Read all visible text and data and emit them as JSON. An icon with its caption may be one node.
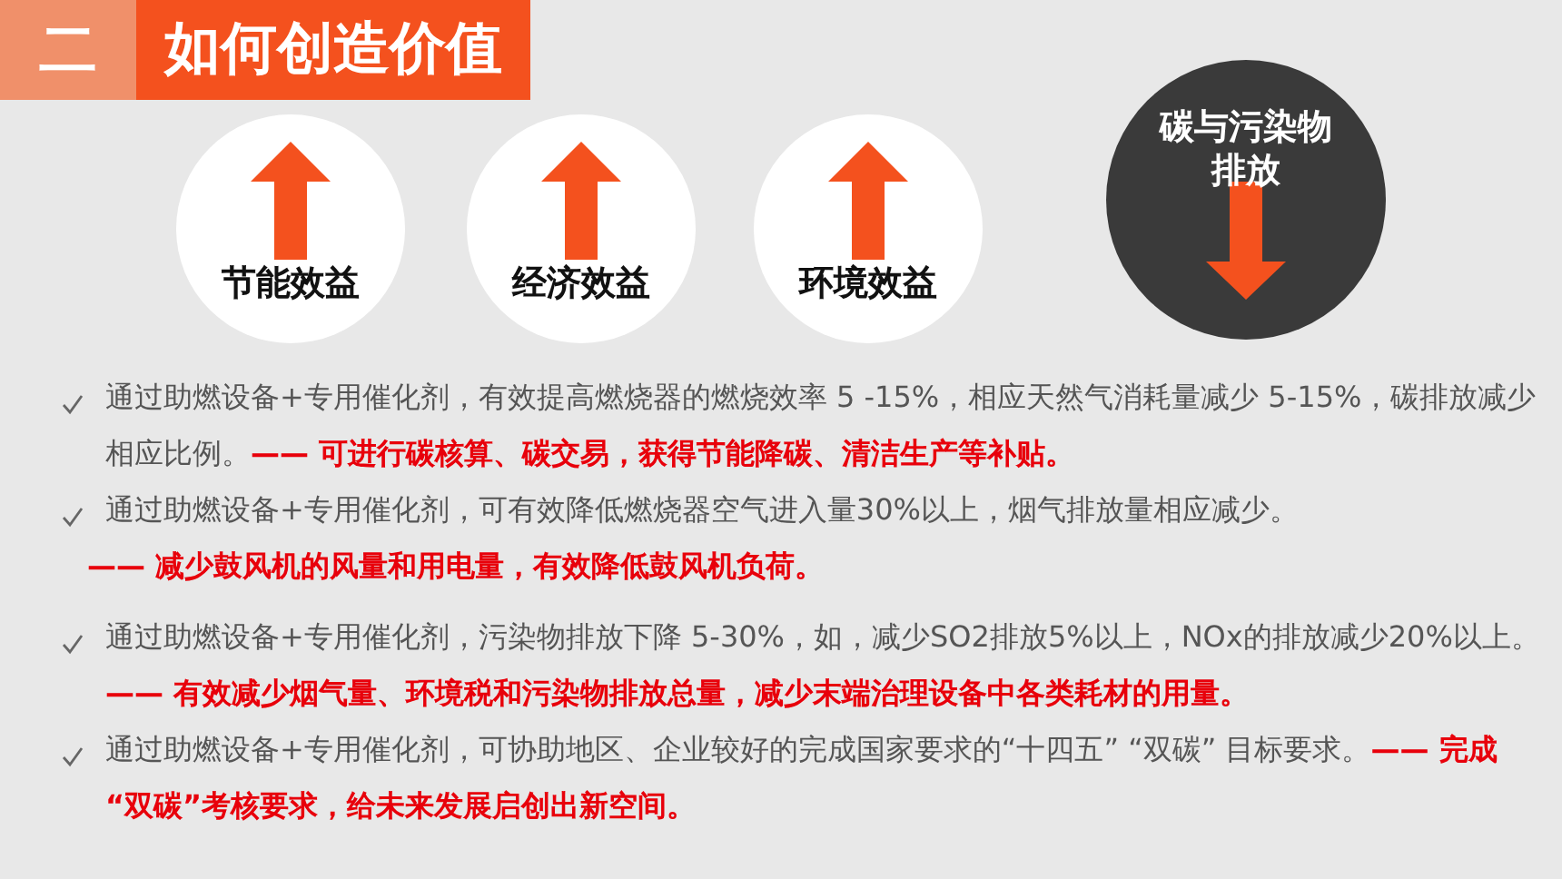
{
  "diagram": {
    "title": "如何创造价值",
    "nodes": [
      {
        "text": [
          "节能效益"
        ]
      },
      {
        "text": [
          "经济效益"
        ]
      },
      {
        "text": [
          "环境效益"
        ]
      },
      {
        "text": [
          "碳与污染物排放"
        ]
      }
    ],
    "labels": [
      "二",
      "通过助燃设备+专用催化剂，有效提高燃烧器的燃烧效率 5 -15%，相应天然气消耗量减少 5-15%，碳排放减少相应比例。**—— 可进行碳核算、碳交易，获得节能降碳、清洁生产等补贴。**",
      "通过助燃设备+专用催化剂，可有效降低燃烧器空气进入量30%以上，烟气排放量相应减少。**—— 减少鼓风机的风量和用电量，有效降低鼓风机负荷。**",
      "通过助燃设备+专用催化剂，污染物排放下降 5-30%，如，减少SO2排放5%以上，NOx的排放减少20%以上。**—— 有效减少烟气量、环境税和污染物排放总量，减少末端治理设备中各类耗材的用量。**",
      "通过助燃设备+专用催化剂，可协助地区、企业较好的完成国家要求的“十四五” “双碳” 目标要求。**—— 完成 “双碳”考核要求，给未来发展启创出新空间。**"
    ]
  }
}
